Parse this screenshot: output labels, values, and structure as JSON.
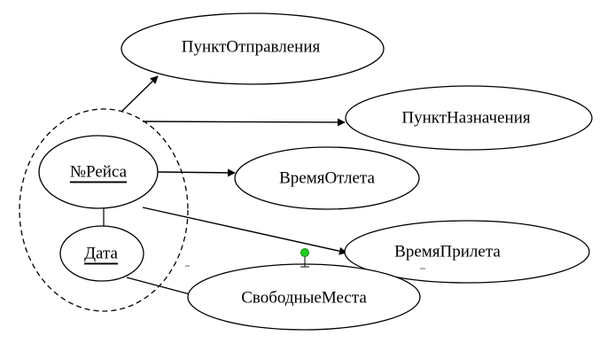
{
  "colors": {
    "stroke": "#000000",
    "background": "#ffffff",
    "handle": "#22cc22"
  },
  "key_group": {
    "keys": [
      {
        "id": "flight_no",
        "label": "№Рейса",
        "underlined": true
      },
      {
        "id": "date",
        "label": "Дата",
        "underlined": true
      }
    ]
  },
  "attributes": [
    {
      "id": "departure",
      "label": "ПунктОтправления"
    },
    {
      "id": "destination",
      "label": "ПунктНазначения"
    },
    {
      "id": "dep_time",
      "label": "ВремяОтлета"
    },
    {
      "id": "arr_time",
      "label": "ВремяПрилета"
    },
    {
      "id": "free_seats",
      "label": "СвободныеМеста"
    }
  ],
  "dependencies": [
    {
      "from": "key_group",
      "to": "departure"
    },
    {
      "from": "key_group",
      "to": "destination"
    },
    {
      "from": "flight_no",
      "to": "dep_time"
    },
    {
      "from": "flight_no",
      "to": "arr_time"
    },
    {
      "from": "date",
      "to": "free_seats"
    }
  ]
}
